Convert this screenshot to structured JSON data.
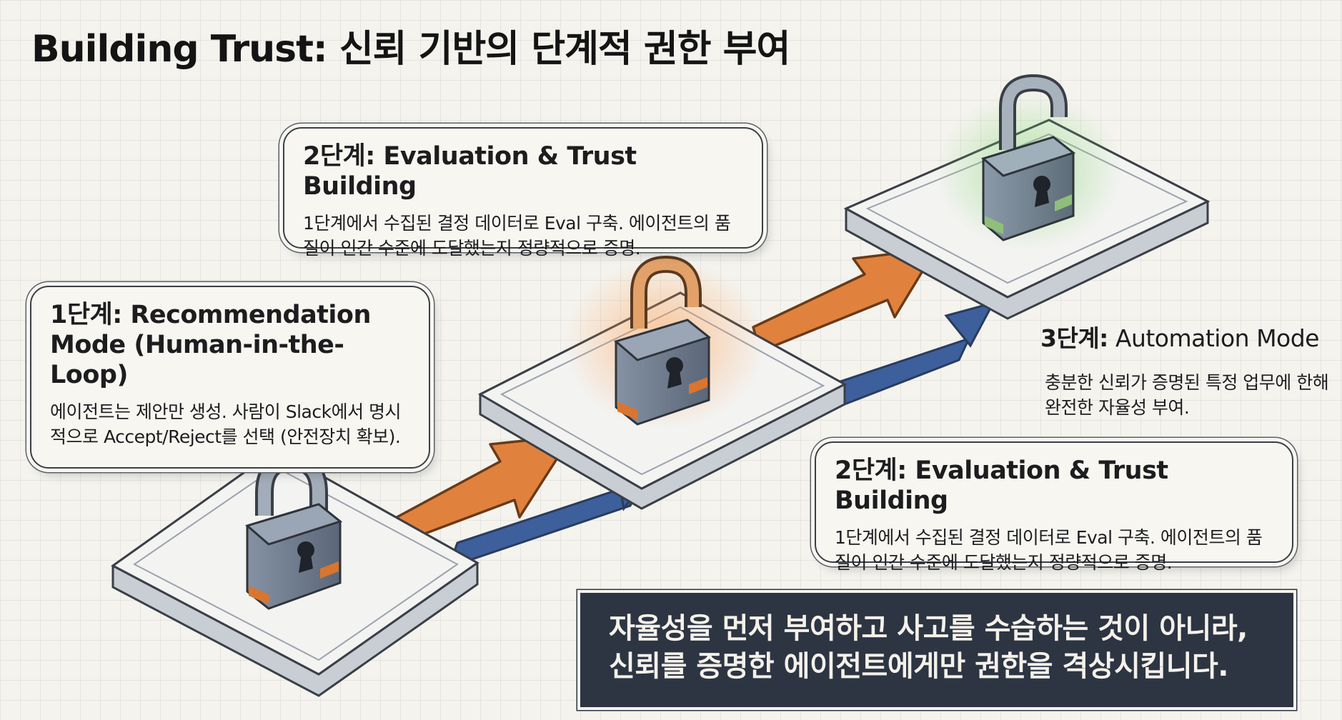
{
  "title": "Building Trust: 신뢰 기반의 단계적 권한 부여",
  "stage1": {
    "heading": "1단계: Recommendation Mode (Human-in-the-Loop)",
    "body": "에이전트는 제안만 생성. 사람이 Slack에서 명시적으로 Accept/Reject를 선택 (안전장치 확보)."
  },
  "stage2_top": {
    "heading": "2단계: Evaluation & Trust Building",
    "body": "1단계에서 수집된 결정 데이터로 Eval 구축. 에이전트의 품질이 인간 수준에 도달했는지 정량적으로 증명."
  },
  "stage2_bottom": {
    "heading": "2단계: Evaluation & Trust Building",
    "body": "1단계에서 수집된 결정 데이터로 Eval 구축. 에이전트의 품질이 인간 수준에 도달했는지 정량적으로 증명."
  },
  "stage3": {
    "heading_prefix": "3단계:",
    "heading_rest": " Automation Mode",
    "body": "충분한 신뢰가 증명된 특정 업무에 한해 완전한 자율성 부여."
  },
  "callout": {
    "line1": "자율성을 먼저 부여하고 사고를 수습하는 것이 아니라,",
    "line2": "신뢰를 증명한 에이전트에게만 권한을 격상시킵니다."
  },
  "colors": {
    "orange_arrow": "#e0823d",
    "blue_arrow": "#3d5f9c",
    "lock_body": "#6c7a8d",
    "lock_orange_accent": "#d9752f",
    "lock_green_accent": "#8fbf7a",
    "callout_bg": "#2d3543"
  },
  "icons": [
    "locked-padlock-icon",
    "half-open-padlock-icon",
    "open-padlock-icon"
  ]
}
